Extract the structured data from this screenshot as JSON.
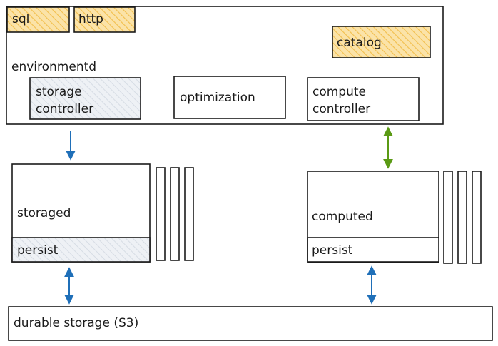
{
  "environmentd": {
    "title": "environmentd",
    "tabs": {
      "sql": "sql",
      "http": "http"
    },
    "catalog": "catalog",
    "storage_controller": {
      "line1": "storage",
      "line2": "controller"
    },
    "optimization": "optimization",
    "compute_controller": {
      "line1": "compute",
      "line2": "controller"
    }
  },
  "storaged": {
    "title": "storaged",
    "persist": "persist"
  },
  "computed": {
    "title": "computed",
    "persist": "persist"
  },
  "durable_storage": "durable storage (S3)",
  "colors": {
    "accent_yellow": "#fbe3a8",
    "hatch_yellow": "#f2bf4d",
    "gray_fill": "#e9edf2",
    "arrow_blue": "#1f6fb8",
    "arrow_green": "#5a9a14",
    "stroke": "#1a1a1a"
  }
}
